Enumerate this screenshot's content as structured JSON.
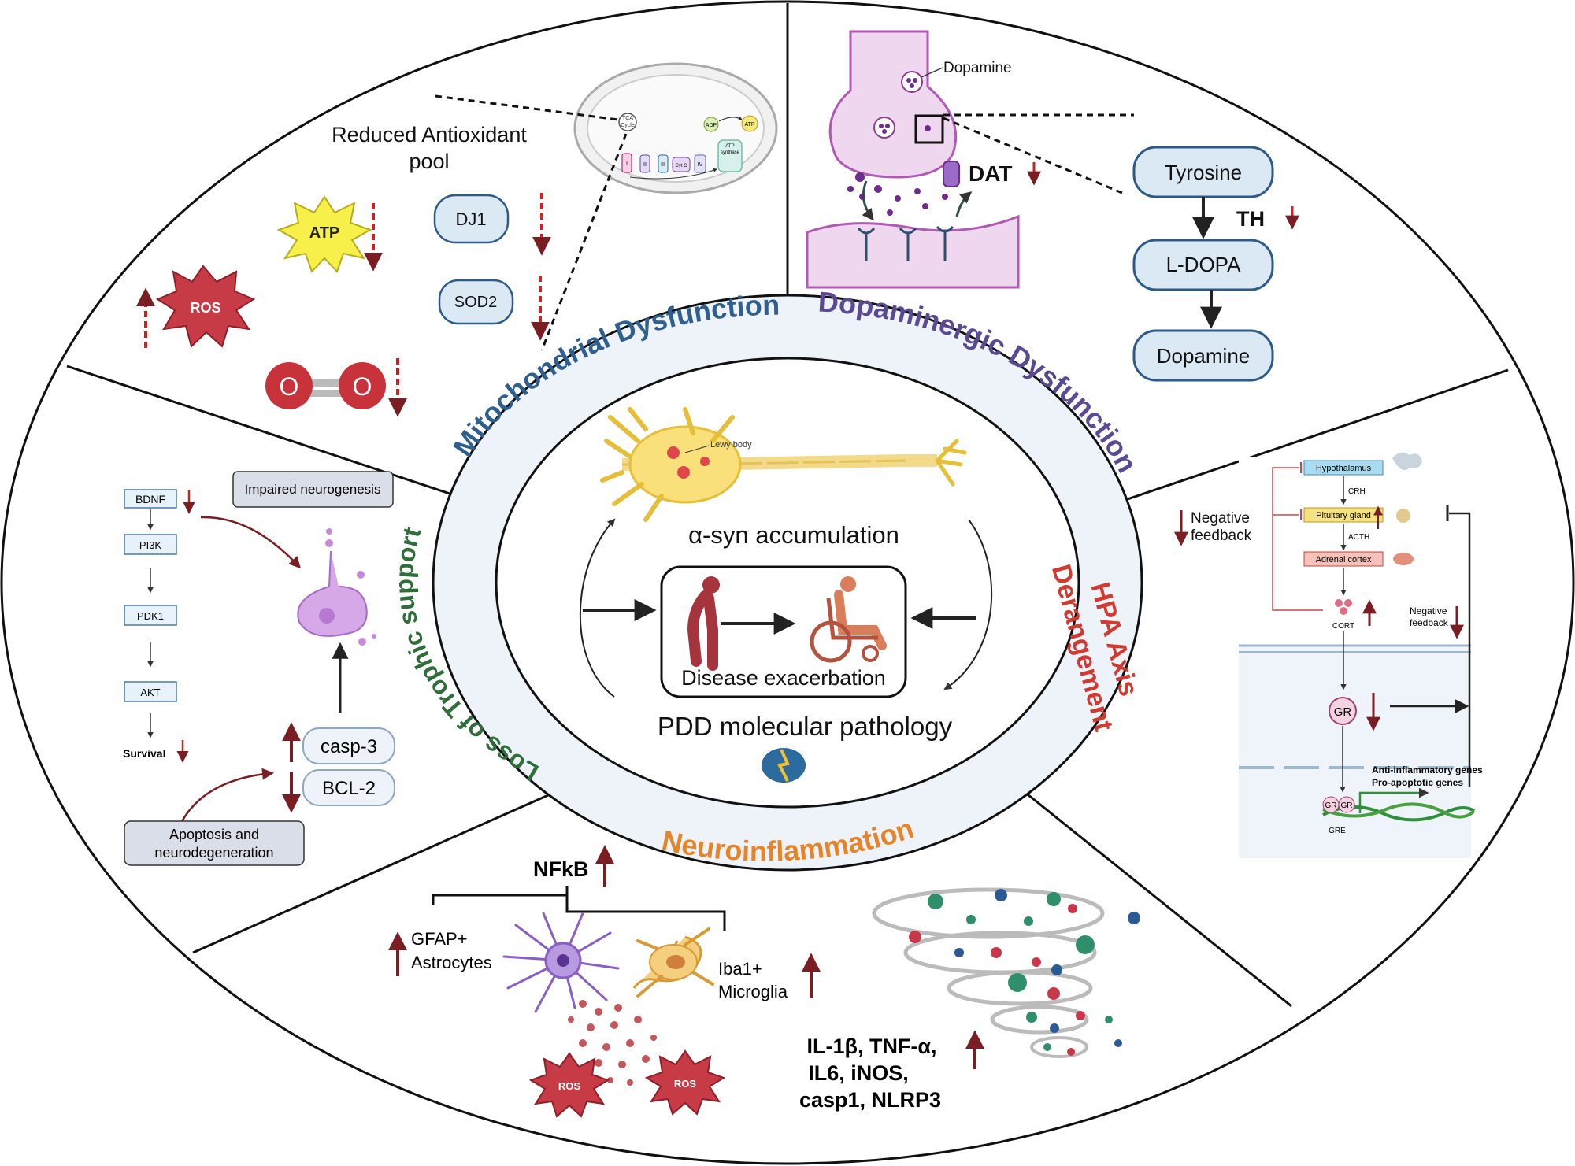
{
  "center": {
    "accumulation": "α-syn accumulation",
    "lewy_body": "Lewy body",
    "disease": "Disease exacerbation",
    "pathology": "PDD molecular pathology"
  },
  "ring_titles": {
    "mito": "Mitochondrial Dysfunction",
    "dopa": "Dopaminergic Dysfunction",
    "hpa_line1": "HPA Axis",
    "hpa_line2": "Derangement",
    "neuro": "Neuroinflammation",
    "trophic": "Loss of Trophic support"
  },
  "mito": {
    "antioxidant_line1": "Reduced Antioxidant",
    "antioxidant_line2": "pool",
    "atp": "ATP",
    "ros": "ROS",
    "dj1": "DJ1",
    "sod2": "SOD2",
    "o": "O",
    "tca": "TCA",
    "cycle": "Cycle",
    "adp": "ADP",
    "atp_small": "ATP",
    "atp_synthase_1": "ATP",
    "atp_synthase_2": "synthase",
    "complex_1": "I",
    "complex_2": "II",
    "complex_3": "III",
    "cyt_c": "Cyt C",
    "complex_4": "IV"
  },
  "dopa": {
    "dopamine_label": "Dopamine",
    "dat": "DAT",
    "tyrosine": "Tyrosine",
    "th": "TH",
    "ldopa": "L-DOPA",
    "dopamine": "Dopamine"
  },
  "hpa": {
    "hypothalamus": "Hypothalamus",
    "crh": "CRH",
    "pituitary": "Pituitary gland",
    "acth": "ACTH",
    "adrenal": "Adrenal cortex",
    "cort": "CORT",
    "neg_feedback_1": "Negative",
    "neg_feedback_2": "feedback",
    "neg_feedback_big_1": "Negative",
    "neg_feedback_big_2": "feedback",
    "gr": "GR",
    "anti_inflam": "Anti-inflammatory genes",
    "pro_apop": "Pro-apoptotic genes",
    "gre": "GRE"
  },
  "trophic": {
    "bdnf": "BDNF",
    "pi3k": "PI3K",
    "pdk1": "PDK1",
    "akt": "AKT",
    "survival": "Survival",
    "impaired": "Impaired neurogenesis",
    "casp3": "casp-3",
    "bcl2": "BCL-2",
    "apoptosis_1": "Apoptosis and",
    "apoptosis_2": "neurodegeneration"
  },
  "neuro": {
    "nfkb": "NFkB",
    "gfap_1": "GFAP+",
    "gfap_2": "Astrocytes",
    "iba_1": "Iba1+",
    "iba_2": "Microglia",
    "ros": "ROS",
    "cyto_1": "IL-1β, TNF-α,",
    "cyto_2": "IL6, iNOS,",
    "cyto_3": "casp1, NLRP3"
  },
  "colors": {
    "mito": "#2e5f8e",
    "dopa": "#5b4a91",
    "hpa": "#d03a30",
    "neuro": "#e6842a",
    "trophic": "#2f6e3a",
    "arrow_red": "#b52a2a",
    "box_blue": "#dbe9f5",
    "box_stroke": "#2d5a86"
  }
}
